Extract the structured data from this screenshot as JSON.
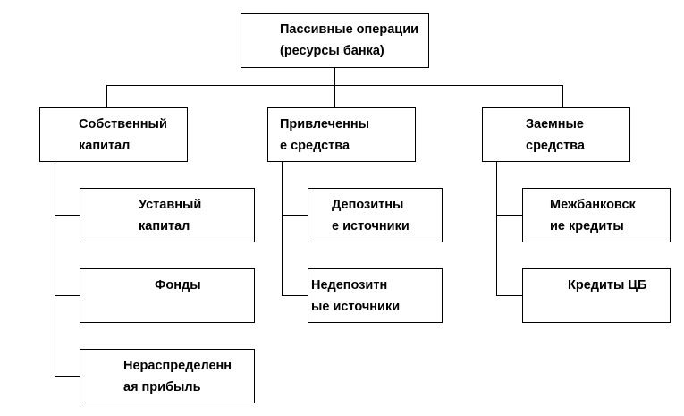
{
  "diagram": {
    "root": {
      "label": "Пассивные операции\n(ресурсы банка)"
    },
    "categories": [
      {
        "label": "Собственный\nкапитал",
        "children": [
          {
            "label": "Уставный\nкапитал"
          },
          {
            "label": "Фонды"
          },
          {
            "label": "Нераспределенн\nая прибыль"
          }
        ]
      },
      {
        "label": "Привлеченны\nе средства",
        "children": [
          {
            "label": "Депозитны\nе источники"
          },
          {
            "label": "Недепозитн\nые источники"
          }
        ]
      },
      {
        "label": "Заемные\nсредства",
        "children": [
          {
            "label": "Межбанковск\nие кредиты"
          },
          {
            "label": "Кредиты ЦБ"
          }
        ]
      }
    ]
  }
}
